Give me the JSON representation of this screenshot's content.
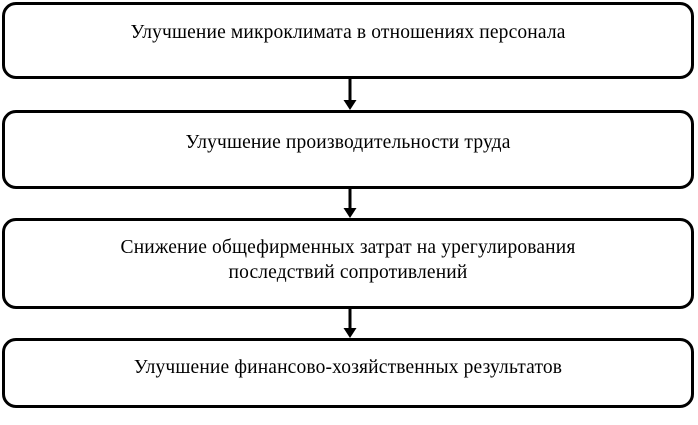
{
  "diagram": {
    "type": "vertical-flowchart",
    "title": "",
    "background_color": "#ffffff",
    "stroke_color": "#000000",
    "text_color": "#000000",
    "boxes": [
      {
        "id": "box-1",
        "text": "Улучшение микроклимата в отношениях персонала",
        "lines": 1
      },
      {
        "id": "box-2",
        "text": "Улучшение производительности труда",
        "lines": 1
      },
      {
        "id": "box-3",
        "text": "Снижение общефирменных затрат на урегулирования\nпоследствий сопротивлений",
        "lines": 2
      },
      {
        "id": "box-4",
        "text": "Улучшение финансово-хозяйственных результатов",
        "lines": 1
      }
    ],
    "connectors": [
      {
        "id": "connector-1",
        "from": "box-1",
        "to": "box-2",
        "shape": "down-arrow"
      },
      {
        "id": "connector-2",
        "from": "box-2",
        "to": "box-3",
        "shape": "down-arrow"
      },
      {
        "id": "connector-3",
        "from": "box-3",
        "to": "box-4",
        "shape": "down-arrow"
      }
    ]
  }
}
